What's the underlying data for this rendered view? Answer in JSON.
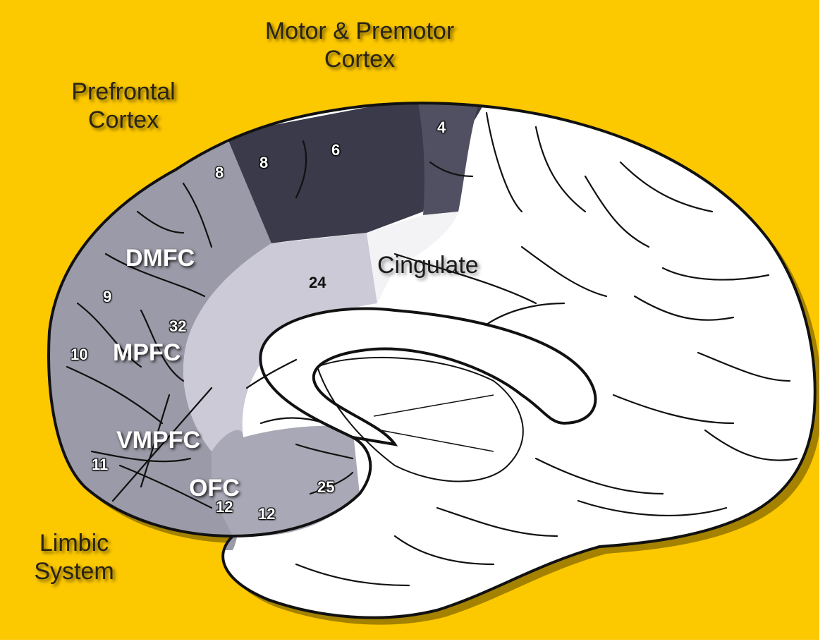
{
  "colors": {
    "background": "#fcc800",
    "cortex_white": "#ffffff",
    "prefrontal": "#9b9aa8",
    "motor": "#3a3a4a",
    "premotor": "#4a4a5a",
    "cingulate": "#c7c6d3",
    "outline": "#111111"
  },
  "labels": {
    "motor_premotor": "Motor & Premotor\nCortex",
    "prefrontal": "Prefrontal\nCortex",
    "limbic": "Limbic\nSystem",
    "cingulate": "Cingulate",
    "dmfc": "DMFC",
    "mpfc": "MPFC",
    "vmpfc": "VMPFC",
    "ofc": "OFC"
  },
  "areas": {
    "a4": "4",
    "a6": "6",
    "a8_motor": "8",
    "a8_prefrontal": "8",
    "a9": "9",
    "a10": "10",
    "a11": "11",
    "a12_left": "12",
    "a12_right": "12",
    "a24": "24",
    "a25": "25",
    "a32": "32"
  }
}
